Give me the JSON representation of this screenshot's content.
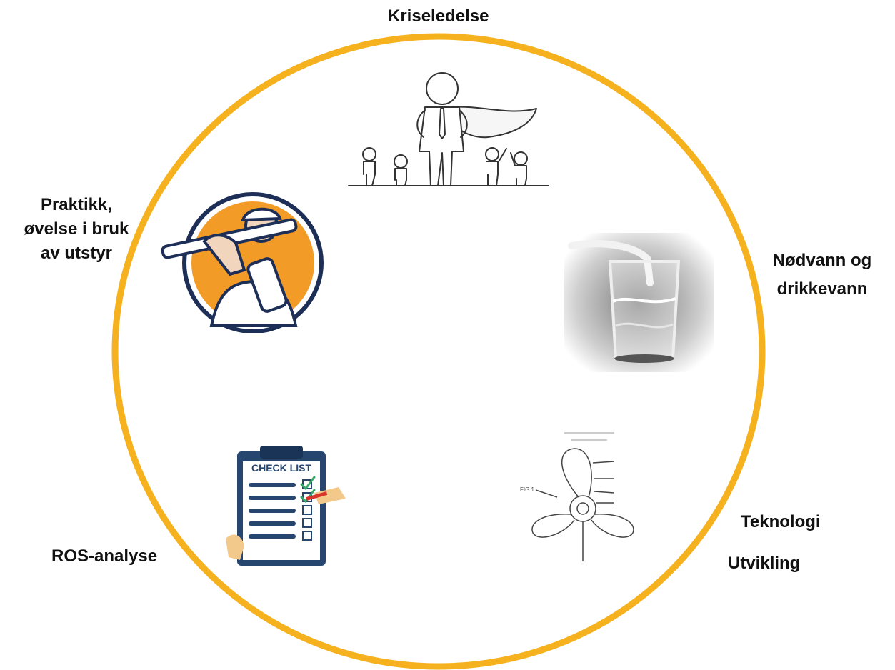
{
  "diagram": {
    "ring_color": "#F5B21E",
    "labels": {
      "top": "Kriseledelse",
      "left_line1": "Praktikk,",
      "left_line2": "øvelse i bruk",
      "left_line3": "av utstyr",
      "right_line1": "Nødvann og",
      "right_line2": "drikkevann",
      "bottom_left": "ROS-analyse",
      "bottom_right_line1": "Teknologi",
      "bottom_right_line2": "Utvikling"
    },
    "illustrations": {
      "top": "leader-with-cape-icon",
      "left": "worker-with-tools-icon",
      "right": "water-glass-icon",
      "bottom_left": "checklist-icon",
      "bottom_right": "propeller-drawing-icon"
    },
    "checklist_title": "CHECK LIST"
  }
}
